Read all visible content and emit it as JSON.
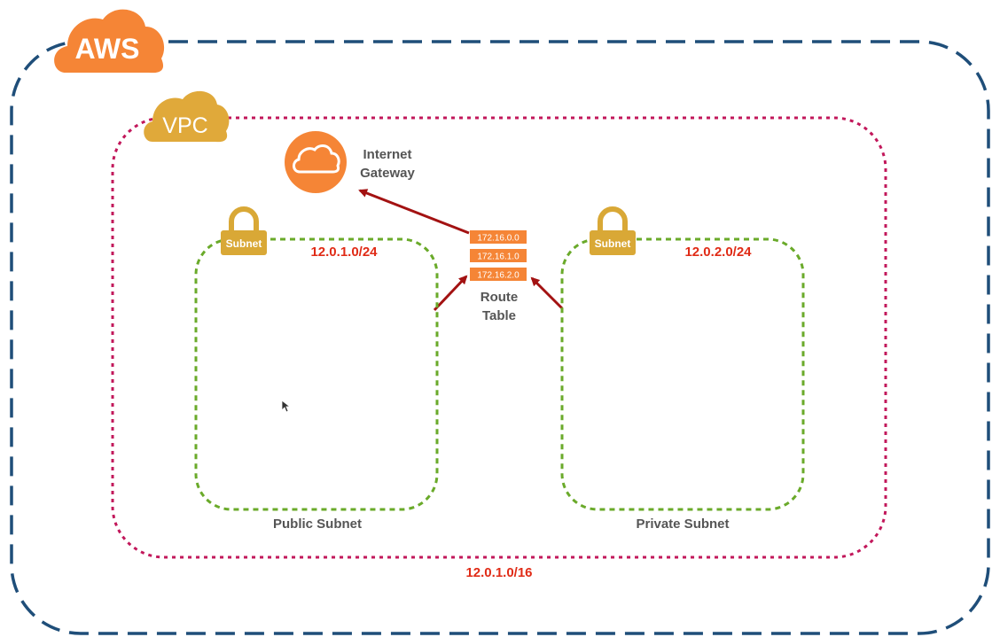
{
  "aws": {
    "badge_label": "AWS",
    "badge_color": "#F58536",
    "border_color": "#1F4E79"
  },
  "vpc": {
    "badge_label": "VPC",
    "badge_color": "#E0A93A",
    "border_color": "#C2185B",
    "cidr": "12.0.1.0/16"
  },
  "internet_gateway": {
    "label_line1": "Internet",
    "label_line2": "Gateway",
    "icon_color": "#F58536"
  },
  "route_table": {
    "entries": [
      "172.16.0.0",
      "172.16.1.0",
      "172.16.2.0"
    ],
    "label_line1": "Route",
    "label_line2": "Table",
    "entry_color": "#F58536"
  },
  "public_subnet": {
    "lock_label": "Subnet",
    "cidr": "12.0.1.0/24",
    "name": "Public Subnet",
    "border_color": "#6AAA2A"
  },
  "private_subnet": {
    "lock_label": "Subnet",
    "cidr": "12.0.2.0/24",
    "name": "Private Subnet",
    "border_color": "#6AAA2A"
  },
  "colors": {
    "cidr_text": "#E02B16",
    "arrow": "#A31212",
    "label_text": "#555555",
    "lock_color": "#D9A836"
  }
}
